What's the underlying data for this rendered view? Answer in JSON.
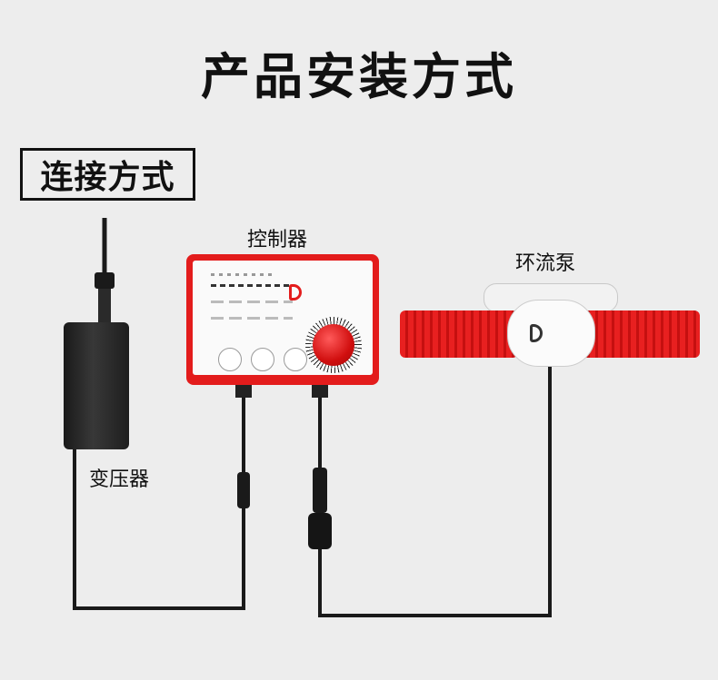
{
  "header": {
    "title": "产品安装方式"
  },
  "section": {
    "label": "连接方式"
  },
  "components": {
    "controller": "控制器",
    "pump": "环流泵",
    "transformer": "变压器"
  },
  "colors": {
    "accent": "#e31c1c",
    "cable": "#1a1a1a",
    "background": "#ededed"
  }
}
